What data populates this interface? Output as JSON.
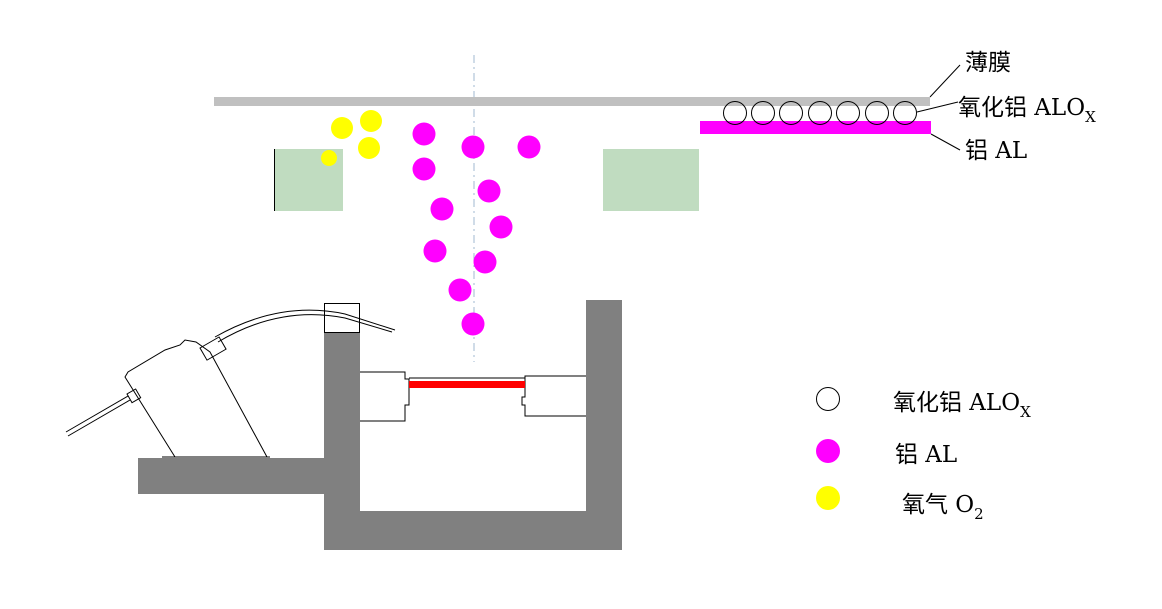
{
  "labels": {
    "film": "薄膜",
    "alumina": {
      "text": "氧化铝  ALO",
      "sub": "X"
    },
    "aluminum": "铝  AL"
  },
  "legend": [
    {
      "symbol": "open-circle",
      "text": "氧化铝  ALO",
      "sub": "X"
    },
    {
      "symbol": "magenta-circle",
      "text": "铝  AL",
      "sub": ""
    },
    {
      "symbol": "yellow-circle",
      "text": "氧气  O",
      "sub": "2"
    }
  ],
  "colors": {
    "film": "#c0c0c0",
    "aluminum": "#ff00ff",
    "oxygen": "#ffff00",
    "mask": "#c0dcc0",
    "chamber": "#808080",
    "substrate": "#ff0000",
    "centerline": "#a0b8d0"
  }
}
